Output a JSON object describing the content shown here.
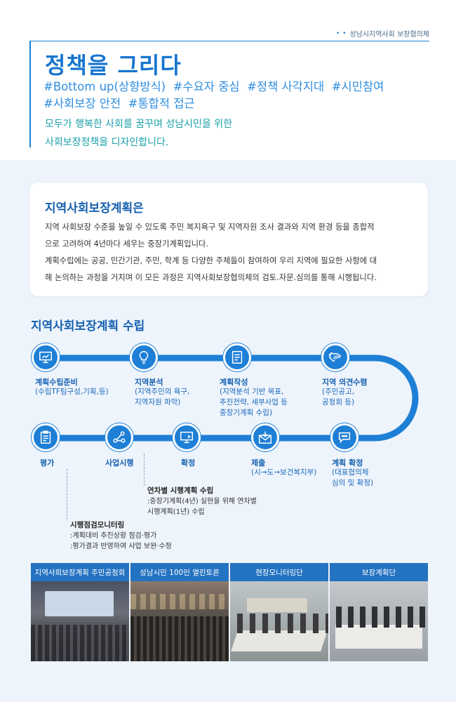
{
  "header": {
    "org": "성남시지역사회 보장협의체",
    "title": "정책을 그리다",
    "hashtags_line1": "#Bottom up(상향방식)  #수요자 중심  #정책 사각지대  #시민참여",
    "hashtags_line2": "#사회보장 안전  #통합적 접근",
    "slogan_line1": "모두가 행복한 사회를 꿈꾸며 성남시민을 위한",
    "slogan_line2": "사회보장정책을 디자인합니다."
  },
  "intro": {
    "title": "지역사회보장계획은",
    "lines": [
      "지역 사회보장 수준을 높일 수 있도록 주민 복지욕구 및 지역자원 조사 결과와 지역 환경 등을 종합적",
      "으로 고려하여 4년마다 세우는 중장기계획입니다.",
      "계획수립에는 공공, 민간기관, 주민, 학계 등 다양한 주체들이 참여하여 우리 지역에 필요한 사항에 대",
      "해 논의하는 과정을 거치며 이 모든 과정은 지역사회보장협의체의 검토.자문.심의를 통해 시행됩니다."
    ]
  },
  "process": {
    "title": "지역사회보장계획 수립",
    "steps": [
      {
        "title": "계획수립준비",
        "desc": [
          "(수립TF팀구성,기획,등)"
        ],
        "icon": "presentation-board-icon"
      },
      {
        "title": "지역분석",
        "desc": [
          "(지역주민의 욕구,",
          "지역자원 파악)"
        ],
        "icon": "lightbulb-icon"
      },
      {
        "title": "계획작성",
        "desc": [
          "(지역분석 기반 목표,",
          "추진전략, 세부사업 등",
          "중장기계획 수립)"
        ],
        "icon": "document-icon"
      },
      {
        "title": "지역 의견수렴",
        "desc": [
          "(주민공고,",
          "공청회 등)"
        ],
        "icon": "handshake-icon"
      },
      {
        "title": "계획 확정",
        "desc": [
          "(대표협의체",
          "심의 및 확정)"
        ],
        "icon": "chat-bubble-icon"
      },
      {
        "title": "제출",
        "desc": [
          "(시→도→보건복지부)"
        ],
        "icon": "envelope-icon"
      },
      {
        "title": "확정",
        "desc": [],
        "icon": "monitor-icon"
      },
      {
        "title": "사업시행",
        "desc": [],
        "icon": "share-nodes-icon"
      },
      {
        "title": "평가",
        "desc": [],
        "icon": "clipboard-icon"
      }
    ],
    "note_annual": {
      "title": "연차별 시행계획 수립",
      "lines": [
        ":중장기계획(4년) 실현을 위해 연차별",
        "시행계획(1년) 수립"
      ]
    },
    "note_monitor": {
      "title": "시행점검모니터링",
      "lines": [
        ":계획대비 추진상황 점검·평가",
        ":평가결과 반영하여 사업 보완·수정"
      ]
    }
  },
  "photos": [
    {
      "label": "지역사회보장계획 주민공청회"
    },
    {
      "label": "성남시민 100인 열린토론"
    },
    {
      "label": "현장모니터링단"
    },
    {
      "label": "보장계획단"
    }
  ],
  "colors": {
    "primary": "#1e7fd6",
    "title_blue": "#1775cf",
    "hashtag_blue": "#2f8ee0",
    "slogan_teal": "#1aa0a8",
    "section_navy": "#1661b0",
    "bg_light": "#eef4fb"
  }
}
